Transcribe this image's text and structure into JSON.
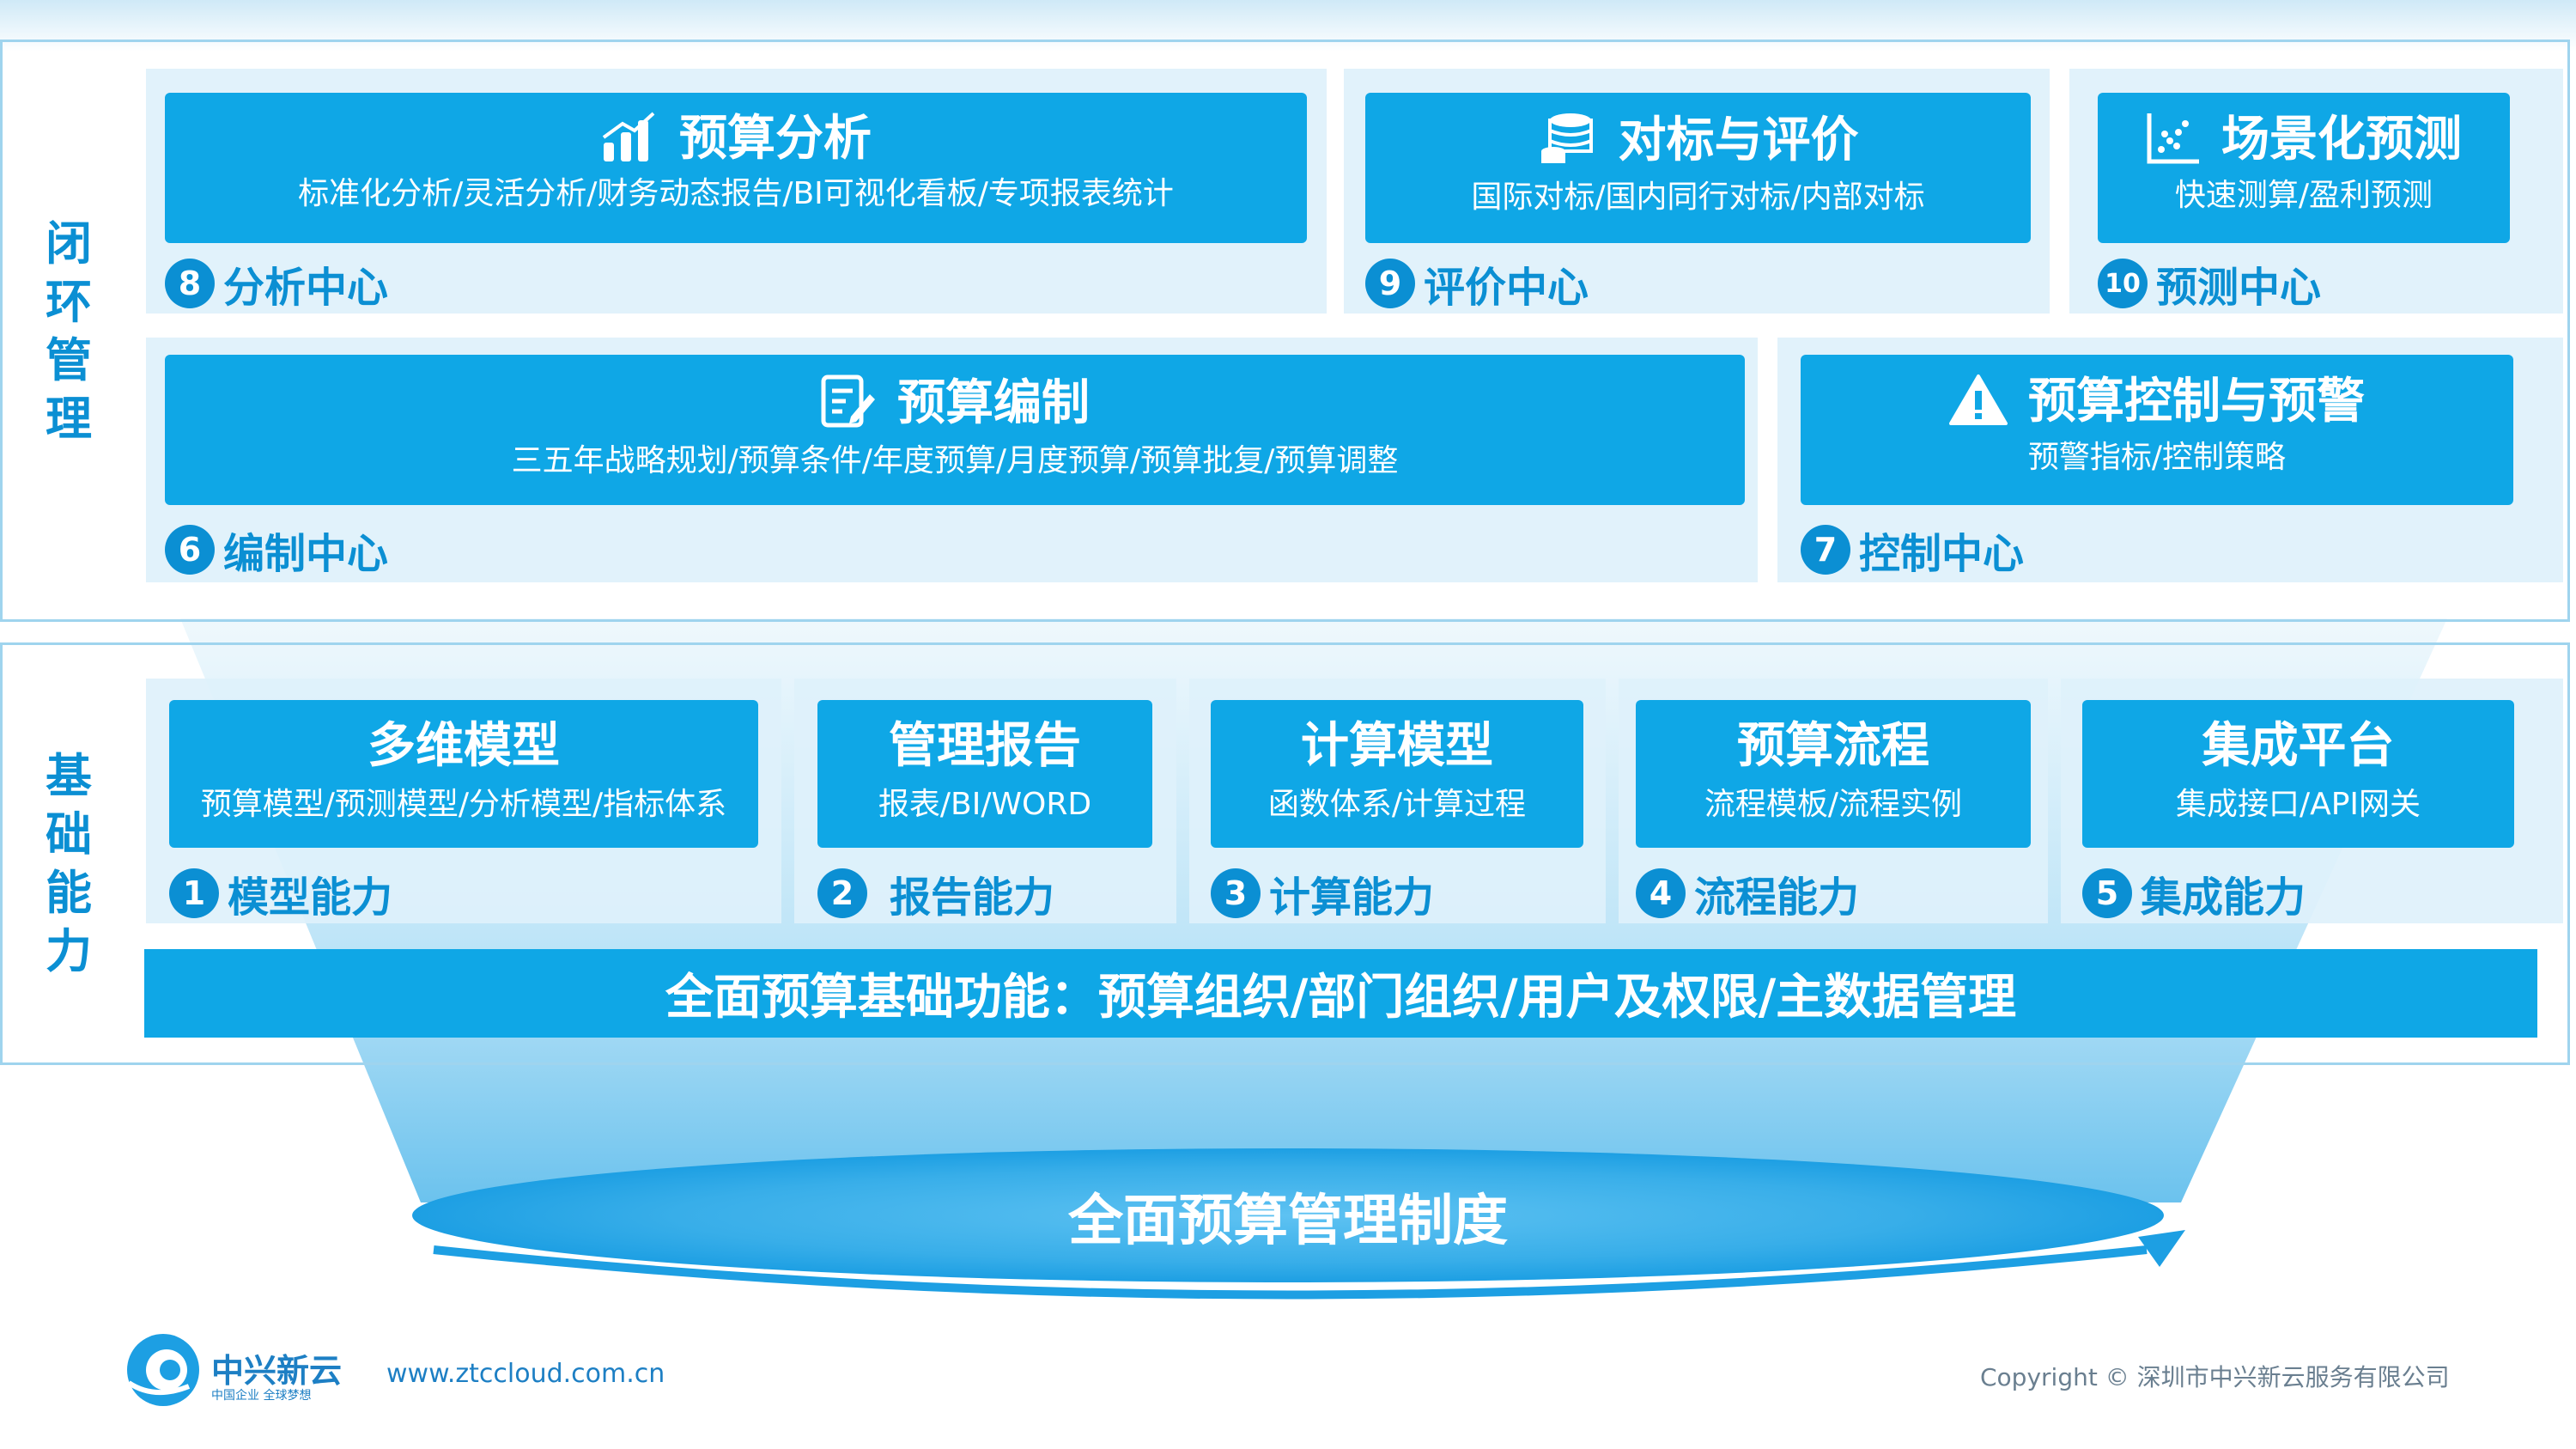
{
  "colors": {
    "accent": "#0fa7e6",
    "text_blue": "#0b8fd3",
    "section_bg": "#def1fb"
  },
  "closed_loop": {
    "label": "闭环管理",
    "analysis": {
      "icon": "bar-chart-icon",
      "title": "预算分析",
      "subtitle": "标准化分析/灵活分析/财务动态报告/BI可视化看板/专项报表统计",
      "num": "8",
      "center": "分析中心"
    },
    "evaluation": {
      "icon": "coins-icon",
      "title": "对标与评价",
      "subtitle": "国际对标/国内同行对标/内部对标",
      "num": "9",
      "center": "评价中心"
    },
    "forecast": {
      "icon": "scatter-chart-icon",
      "title": "场景化预测",
      "subtitle": "快速测算/盈利预测",
      "num": "10",
      "center": "预测中心"
    },
    "compile": {
      "icon": "edit-document-icon",
      "title": "预算编制",
      "subtitle": "三五年战略规划/预算条件/年度预算/月度预算/预算批复/预算调整",
      "num": "6",
      "center": "编制中心"
    },
    "control": {
      "icon": "warning-icon",
      "title": "预算控制与预警",
      "subtitle": "预警指标/控制策略",
      "num": "7",
      "center": "控制中心"
    }
  },
  "foundation": {
    "label": "基础能力",
    "modules": [
      {
        "title": "多维模型",
        "subtitle": "预算模型/预测模型/分析模型/指标体系",
        "num": "1",
        "capability": "模型能力"
      },
      {
        "title": "管理报告",
        "subtitle": "报表/BI/WORD",
        "num": "2",
        "capability": "报告能力"
      },
      {
        "title": "计算模型",
        "subtitle": "函数体系/计算过程",
        "num": "3",
        "capability": "计算能力"
      },
      {
        "title": "预算流程",
        "subtitle": "流程模板/流程实例",
        "num": "4",
        "capability": "流程能力"
      },
      {
        "title": "集成平台",
        "subtitle": "集成接口/API网关",
        "num": "5",
        "capability": "集成能力"
      }
    ],
    "base_bar": "全面预算基础功能：预算组织/部门组织/用户及权限/主数据管理"
  },
  "base_system": "全面预算管理制度",
  "footer": {
    "brand": "中兴新云",
    "slogan": "中国企业 全球梦想",
    "url": "www.ztccloud.com.cn",
    "copyright": "Copyright © 深圳市中兴新云服务有限公司"
  }
}
